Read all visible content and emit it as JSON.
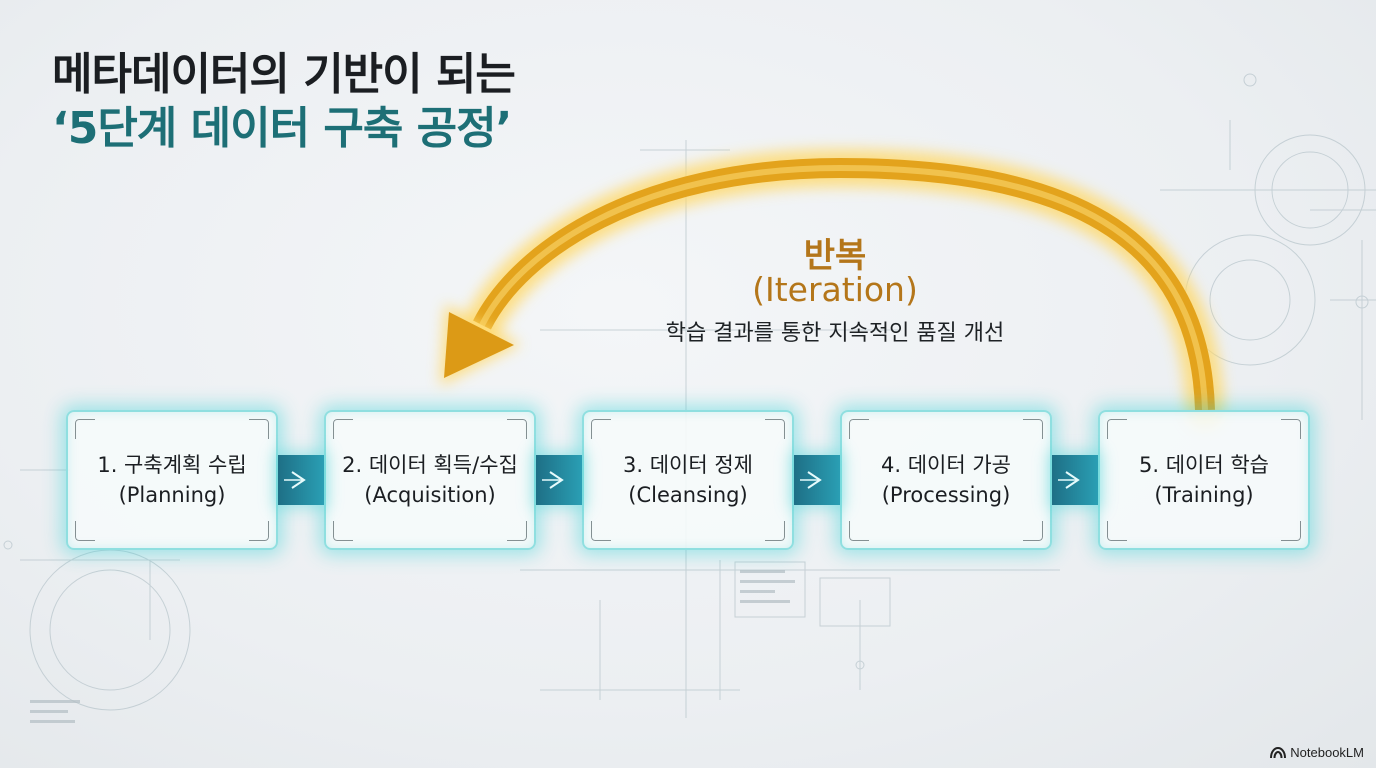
{
  "title": {
    "line1": "메타데이터의 기반이 되는",
    "line2": "‘5단계 데이터 구축 공정’"
  },
  "iteration": {
    "label": "반복",
    "sublabel": "(Iteration)",
    "description": "학습 결과를 통한 지속적인 품질 개선",
    "color": "#e7a516"
  },
  "steps": [
    {
      "label": "1. 구축계획 수립",
      "sub": "(Planning)"
    },
    {
      "label": "2. 데이터 획득/수집",
      "sub": "(Acquisition)"
    },
    {
      "label": "3. 데이터 정제",
      "sub": "(Cleansing)"
    },
    {
      "label": "4. 데이터 가공",
      "sub": "(Processing)"
    },
    {
      "label": "5. 데이터 학습",
      "sub": "(Training)"
    }
  ],
  "colors": {
    "title_primary": "#1b1e22",
    "title_accent": "#1d6f76",
    "glow": "#3fd2d7",
    "arrow_fill": "#1e6f86"
  },
  "icons": [
    "chevron-right-icon",
    "curved-arrow-icon",
    "notebooklm-logo-icon"
  ],
  "branding": {
    "text": "NotebookLM"
  }
}
